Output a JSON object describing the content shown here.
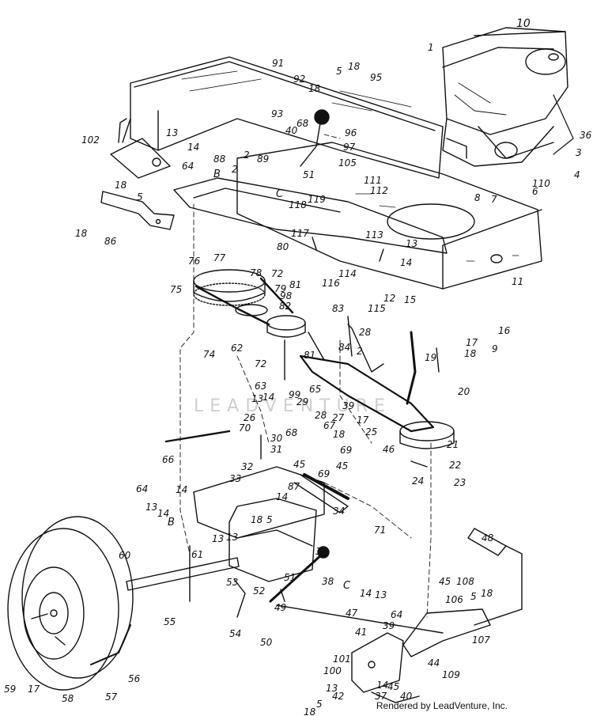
{
  "watermark": "LEADVENTURE",
  "footer": "Rendered by LeadVenture, Inc.",
  "callouts": [
    {
      "label": "10"
    },
    {
      "label": "1"
    },
    {
      "label": "91"
    },
    {
      "label": "92"
    },
    {
      "label": "5"
    },
    {
      "label": "18"
    },
    {
      "label": "95"
    },
    {
      "label": "18"
    },
    {
      "label": "93"
    },
    {
      "label": "68"
    },
    {
      "label": "40"
    },
    {
      "label": "96"
    },
    {
      "label": "97"
    },
    {
      "label": "102"
    },
    {
      "label": "13"
    },
    {
      "label": "14"
    },
    {
      "label": "88"
    },
    {
      "label": "2"
    },
    {
      "label": "89"
    },
    {
      "label": "2"
    },
    {
      "label": "105"
    },
    {
      "label": "36"
    },
    {
      "label": "3"
    },
    {
      "label": "4"
    },
    {
      "label": "110"
    },
    {
      "label": "6"
    },
    {
      "label": "7"
    },
    {
      "label": "8"
    },
    {
      "label": "18"
    },
    {
      "label": "5"
    },
    {
      "label": "64"
    },
    {
      "label": "51"
    },
    {
      "label": "111"
    },
    {
      "label": "112"
    },
    {
      "label": "119"
    },
    {
      "label": "118"
    },
    {
      "label": "18"
    },
    {
      "label": "86"
    },
    {
      "label": "117"
    },
    {
      "label": "80"
    },
    {
      "label": "113"
    },
    {
      "label": "13"
    },
    {
      "label": "76"
    },
    {
      "label": "77"
    },
    {
      "label": "78"
    },
    {
      "label": "72"
    },
    {
      "label": "75"
    },
    {
      "label": "79"
    },
    {
      "label": "98"
    },
    {
      "label": "81"
    },
    {
      "label": "82"
    },
    {
      "label": "116"
    },
    {
      "label": "114"
    },
    {
      "label": "14"
    },
    {
      "label": "12"
    },
    {
      "label": "11"
    },
    {
      "label": "83"
    },
    {
      "label": "115"
    },
    {
      "label": "15"
    },
    {
      "label": "16"
    },
    {
      "label": "74"
    },
    {
      "label": "62"
    },
    {
      "label": "72"
    },
    {
      "label": "81"
    },
    {
      "label": "28"
    },
    {
      "label": "84"
    },
    {
      "label": "2"
    },
    {
      "label": "17"
    },
    {
      "label": "18"
    },
    {
      "label": "9"
    },
    {
      "label": "19"
    },
    {
      "label": "20"
    },
    {
      "label": "63"
    },
    {
      "label": "13"
    },
    {
      "label": "14"
    },
    {
      "label": "99"
    },
    {
      "label": "29"
    },
    {
      "label": "65"
    },
    {
      "label": "39"
    },
    {
      "label": "28"
    },
    {
      "label": "26"
    },
    {
      "label": "70"
    },
    {
      "label": "27"
    },
    {
      "label": "17"
    },
    {
      "label": "68"
    },
    {
      "label": "67"
    },
    {
      "label": "18"
    },
    {
      "label": "25"
    },
    {
      "label": "21"
    },
    {
      "label": "30"
    },
    {
      "label": "31"
    },
    {
      "label": "69"
    },
    {
      "label": "46"
    },
    {
      "label": "66"
    },
    {
      "label": "32"
    },
    {
      "label": "45"
    },
    {
      "label": "45"
    },
    {
      "label": "69"
    },
    {
      "label": "22"
    },
    {
      "label": "33"
    },
    {
      "label": "24"
    },
    {
      "label": "23"
    },
    {
      "label": "64"
    },
    {
      "label": "14"
    },
    {
      "label": "87"
    },
    {
      "label": "13"
    },
    {
      "label": "14"
    },
    {
      "label": "14"
    },
    {
      "label": "34"
    },
    {
      "label": "18"
    },
    {
      "label": "5"
    },
    {
      "label": "71"
    },
    {
      "label": "13"
    },
    {
      "label": "13"
    },
    {
      "label": "48"
    },
    {
      "label": "60"
    },
    {
      "label": "61"
    },
    {
      "label": "35"
    },
    {
      "label": "53"
    },
    {
      "label": "51"
    },
    {
      "label": "52"
    },
    {
      "label": "38"
    },
    {
      "label": "14"
    },
    {
      "label": "13"
    },
    {
      "label": "45"
    },
    {
      "label": "108"
    },
    {
      "label": "106"
    },
    {
      "label": "5"
    },
    {
      "label": "18"
    },
    {
      "label": "55"
    },
    {
      "label": "54"
    },
    {
      "label": "50"
    },
    {
      "label": "49"
    },
    {
      "label": "47"
    },
    {
      "label": "64"
    },
    {
      "label": "39"
    },
    {
      "label": "107"
    },
    {
      "label": "41"
    },
    {
      "label": "101"
    },
    {
      "label": "100"
    },
    {
      "label": "45"
    },
    {
      "label": "44"
    },
    {
      "label": "109"
    },
    {
      "label": "59"
    },
    {
      "label": "17"
    },
    {
      "label": "56"
    },
    {
      "label": "58"
    },
    {
      "label": "57"
    },
    {
      "label": "13"
    },
    {
      "label": "14"
    },
    {
      "label": "42"
    },
    {
      "label": "37"
    },
    {
      "label": "40"
    },
    {
      "label": "18"
    },
    {
      "label": "5"
    }
  ],
  "reference_letters": [
    {
      "label": "B"
    },
    {
      "label": "C"
    },
    {
      "label": "B"
    },
    {
      "label": "C"
    }
  ]
}
